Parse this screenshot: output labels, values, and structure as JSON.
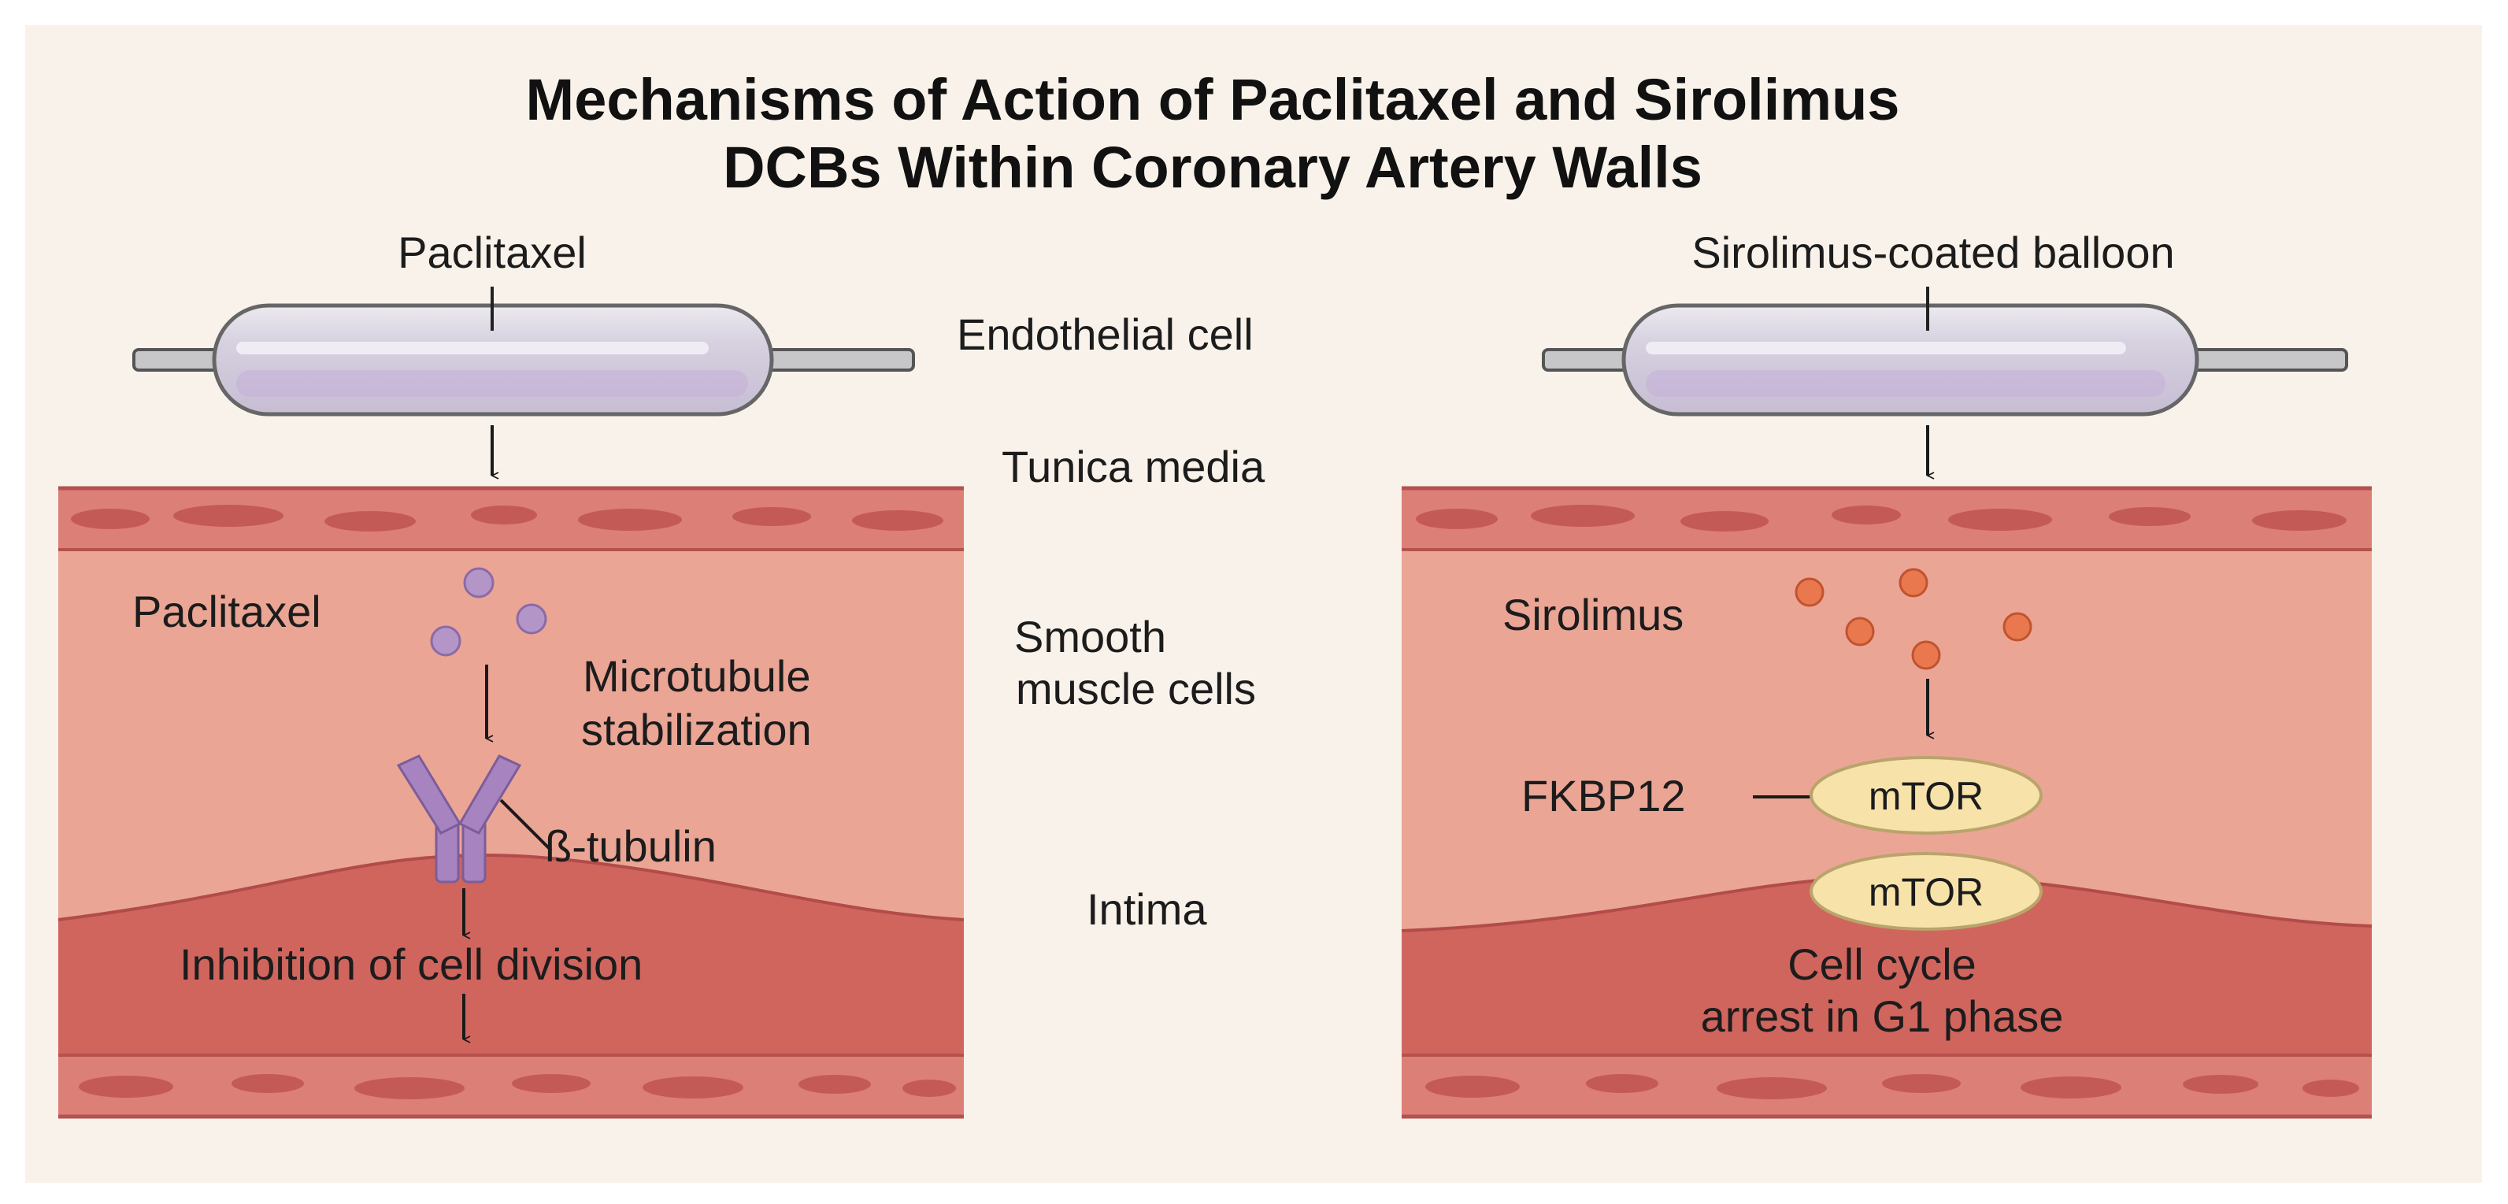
{
  "title": {
    "line1": "Mechanisms of Action of Paclitaxel and Sirolimus",
    "line2": "DCBs Within Coronary Artery Walls"
  },
  "left_panel": {
    "balloon_label": "Paclitaxel",
    "drug_label": "Paclitaxel",
    "mechanism_line1": "Microtubule",
    "mechanism_line2": "stabilization",
    "target_label": "ß-tubulin",
    "effect_label": "Inhibition of cell division"
  },
  "center_labels": {
    "endothelial": "Endothelial cell",
    "tunica_media": "Tunica media",
    "smooth_line1": "Smooth",
    "smooth_line2": "muscle cells",
    "intima": "Intima"
  },
  "right_panel": {
    "balloon_label": "Sirolimus-coated balloon",
    "drug_label": "Sirolimus",
    "binding_label": "FKBP12",
    "mtor_upper": "mTOR",
    "mtor_lower": "mTOR",
    "effect_line1": "Cell cycle",
    "effect_line2": "arrest in G1 phase"
  },
  "colors": {
    "background": "#f9f2ea",
    "artery_wall": "#eba595",
    "intima_band": "#d0655e",
    "paclitaxel_particle": "#b396c7",
    "sirolimus_particle": "#e9784f",
    "tubulin": "#a784c0",
    "mtor_fill": "#f7e3a9"
  }
}
